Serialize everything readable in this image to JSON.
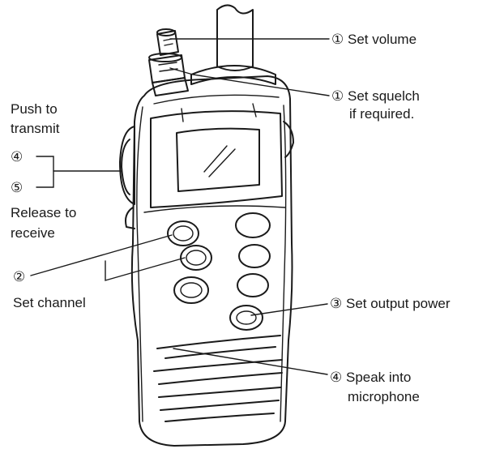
{
  "colors": {
    "ink": "#1a1a1a",
    "background": "#ffffff"
  },
  "labels": {
    "volume": {
      "marker": "①",
      "text": "Set volume"
    },
    "squelch": {
      "marker": "①",
      "line1": "Set squelch",
      "line2": "if required."
    },
    "transmit": {
      "line1": "Push to",
      "line2": "transmit",
      "marker_top": "④",
      "marker_bottom": "⑤",
      "line3": "Release to",
      "line4": "receive"
    },
    "channel": {
      "marker": "②",
      "text": "Set channel"
    },
    "power": {
      "marker": "③",
      "text": "Set output power"
    },
    "microphone": {
      "marker": "④",
      "line1": "Speak into",
      "line2": "microphone"
    }
  }
}
